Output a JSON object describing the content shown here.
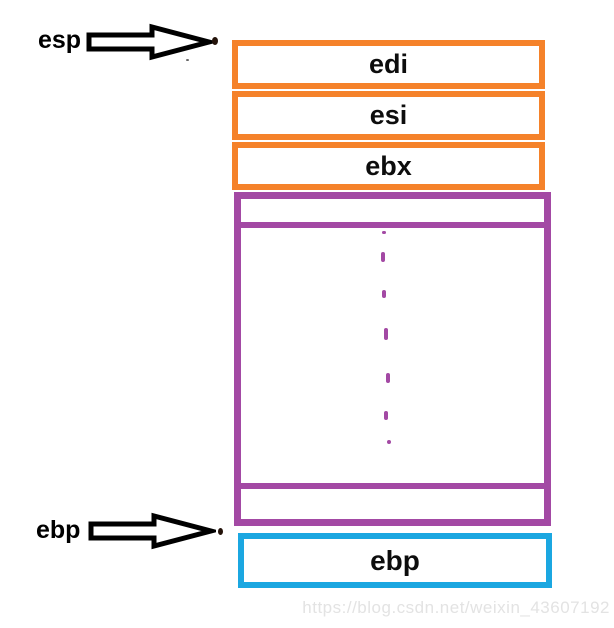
{
  "pointers": {
    "esp": {
      "label": "esp"
    },
    "ebp": {
      "label": "ebp"
    }
  },
  "stack": {
    "saved_registers": [
      {
        "label": "edi"
      },
      {
        "label": "esi"
      },
      {
        "label": "ebx"
      }
    ],
    "locals_region": {
      "ellipsis": "⋮"
    },
    "saved_ebp": {
      "label": "ebp"
    }
  },
  "colors": {
    "register_box_border": "#F5822A",
    "locals_box_border": "#A349A4",
    "saved_ebp_box_border": "#1BA7E1",
    "arrow_outline": "#000000",
    "watermark_text": "#E3E3E3"
  },
  "watermark": {
    "text": "https://blog.csdn.net/weixin_43607192"
  }
}
